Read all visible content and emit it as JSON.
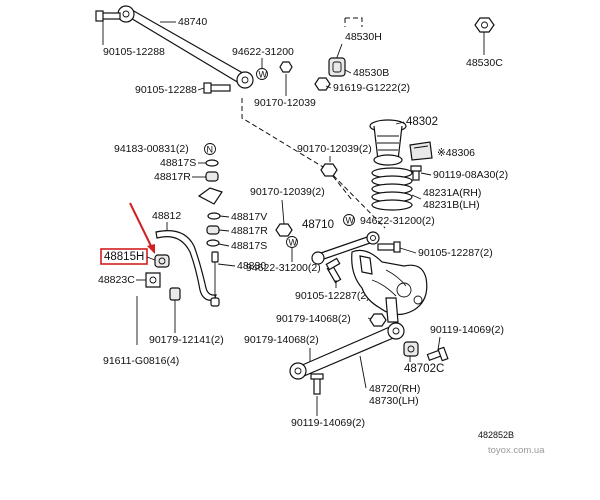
{
  "labels": {
    "p48740": "48740",
    "p90105_12288_a": "90105-12288",
    "p90105_12288_b": "90105-12288",
    "p94622_31200_a": "94622-31200",
    "p90170_12039_a": "90170-12039",
    "p48530H": "48530H",
    "p48530B": "48530B",
    "p91619": "91619-G1222(2)",
    "p48530C": "48530C",
    "p48302": "48302",
    "p48306": "※48306",
    "p94183": "94183-00831(2)",
    "p48817S_a": "48817S",
    "p48817R_a": "48817R",
    "p90170_12039_b": "90170-12039(2)",
    "p90119_08A30": "90119-08A30(2)",
    "p48231A": "48231A(RH)",
    "p48231B": "48231B(LH)",
    "p48812": "48812",
    "p90170_12039_c": "90170-12039(2)",
    "p48817V": "48817V",
    "p48817R_b": "48817R",
    "p48817S_b": "48817S",
    "p48710": "48710",
    "p94622_31200_b": "94622-31200(2)",
    "p48815H": "48815H",
    "p48830": "48830",
    "p90105_12287_a": "90105-12287(2)",
    "p48823C": "48823C",
    "p94622_31200_c": "94622-31200(2)",
    "p90105_12287_b": "90105-12287(2)",
    "p90179_14068_a": "90179-14068(2)",
    "p90119_14069_a": "90119-14069(2)",
    "p90179_12141": "90179-12141(2)",
    "p90179_14068_b": "90179-14068(2)",
    "p91611": "91611-G0816(4)",
    "p48702C": "48702C",
    "p48720": "48720(RH)",
    "p48730": "48730(LH)",
    "p90119_14069_b": "90119-14069(2)",
    "diagram_code": "482852B",
    "watermark": "toyox.com.ua"
  },
  "callouts": {
    "w_symbol": "W",
    "n_symbol": "N"
  },
  "colors": {
    "highlight": "#d21f1f",
    "line": "#111111",
    "watermark": "#9a9a9a"
  },
  "highlighted_part": "48815H"
}
